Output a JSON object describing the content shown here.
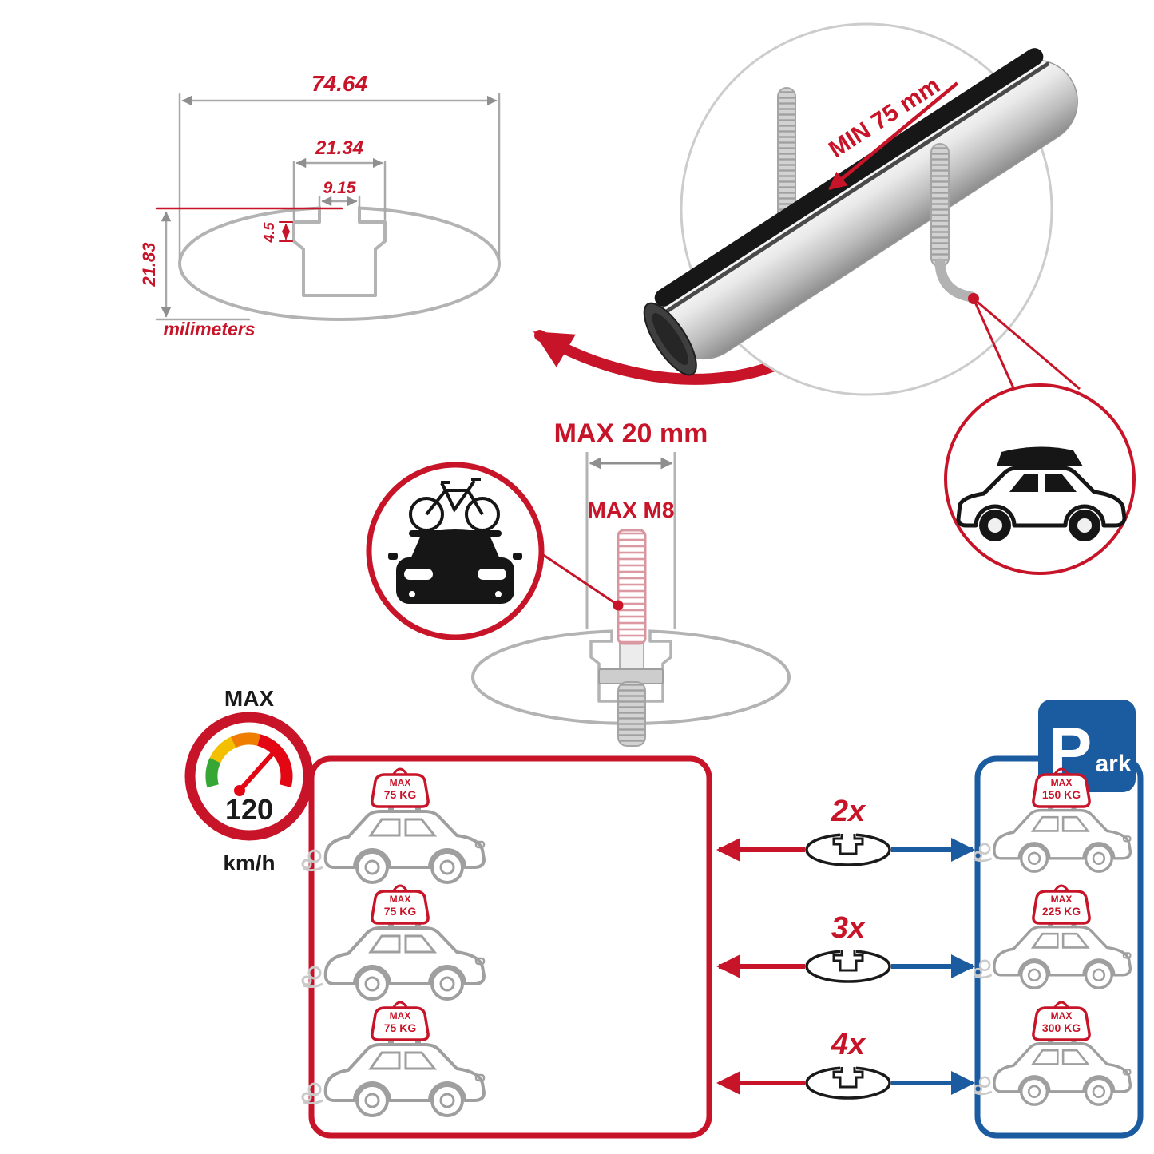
{
  "colors": {
    "red": "#c81428",
    "blue": "#1b5ba0",
    "gray_line": "#b3b3b3",
    "dark": "#1a1a1a",
    "gauge_green": "#36a635",
    "gauge_yellow": "#f3c000",
    "gauge_orange": "#ef7d00",
    "gauge_red": "#e30613"
  },
  "cross_section": {
    "dim_total_width": "74.64",
    "dim_channel_width": "21.34",
    "dim_slot_width": "9.15",
    "dim_slot_depth": "4.5",
    "dim_height": "21.83",
    "units_label": "milimeters"
  },
  "bar_detail": {
    "min_clamp_label": "MIN 75 mm"
  },
  "bolt_detail": {
    "max_width_label": "MAX 20 mm",
    "max_thread_label": "MAX M8"
  },
  "speedometer": {
    "title": "MAX",
    "value": "120",
    "units": "km/h"
  },
  "left_panel": {
    "bags": [
      {
        "line1": "MAX",
        "line2": "75 KG"
      },
      {
        "line1": "MAX",
        "line2": "75 KG"
      },
      {
        "line1": "MAX",
        "line2": "75 KG"
      }
    ]
  },
  "connectors": [
    {
      "label": "2x"
    },
    {
      "label": "3x"
    },
    {
      "label": "4x"
    }
  ],
  "right_panel": {
    "bags": [
      {
        "line1": "MAX",
        "line2": "150 KG"
      },
      {
        "line1": "MAX",
        "line2": "225 KG"
      },
      {
        "line1": "MAX",
        "line2": "300 KG"
      }
    ],
    "park_sign": {
      "letter": "P",
      "rest": "ark"
    }
  }
}
